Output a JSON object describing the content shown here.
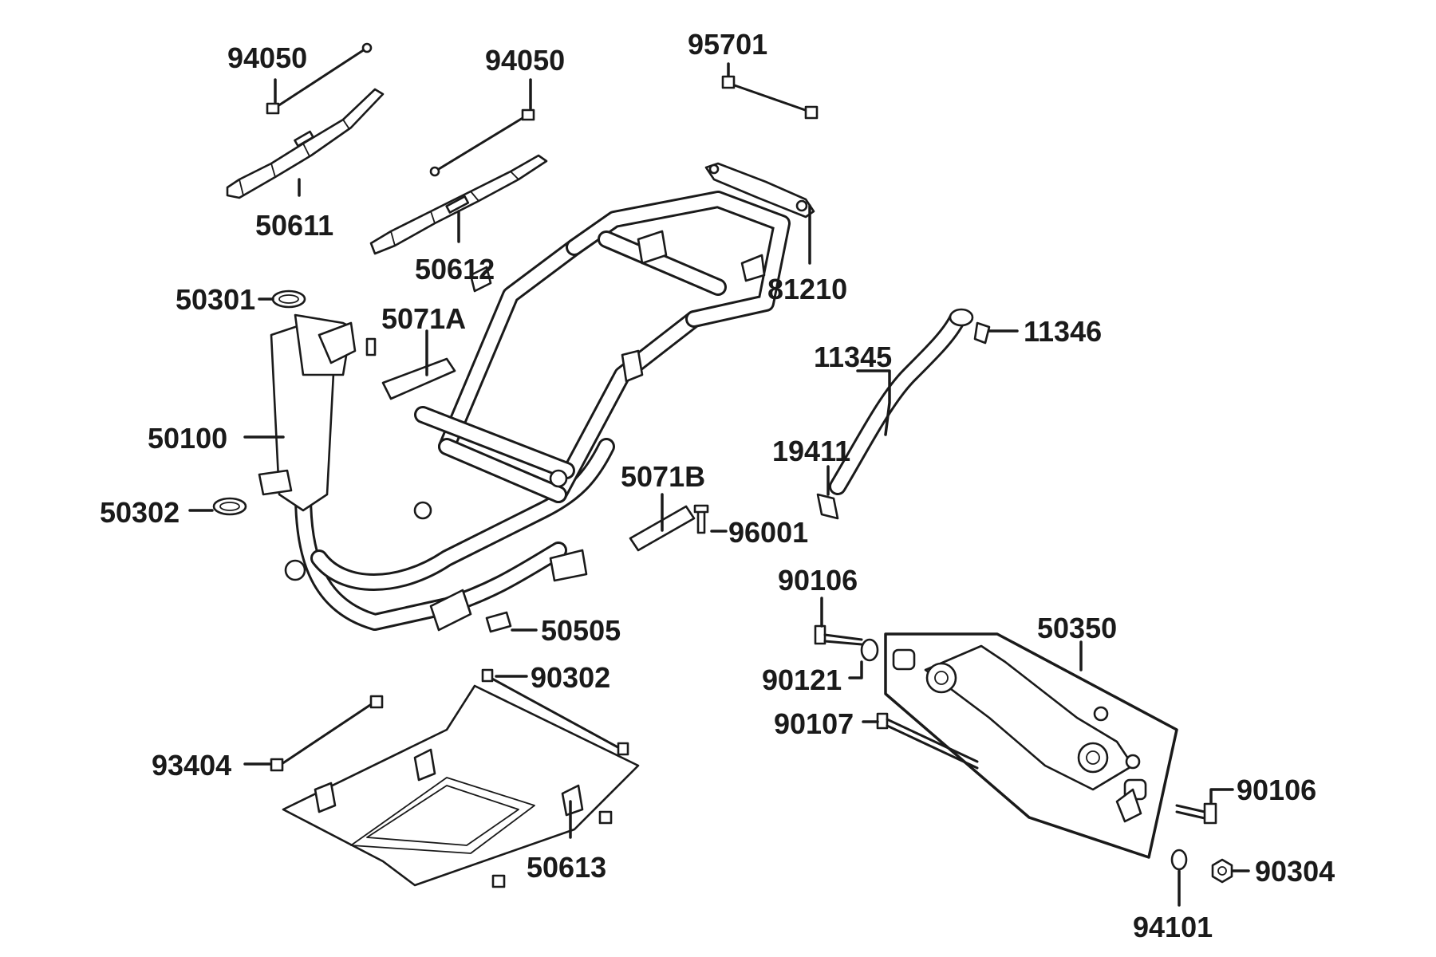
{
  "parts": [
    {
      "id": "94050-left",
      "number": "94050"
    },
    {
      "id": "94050-right",
      "number": "94050"
    },
    {
      "id": "95701",
      "number": "95701"
    },
    {
      "id": "50611",
      "number": "50611"
    },
    {
      "id": "50612",
      "number": "50612"
    },
    {
      "id": "81210",
      "number": "81210"
    },
    {
      "id": "50301",
      "number": "50301"
    },
    {
      "id": "5071A",
      "number": "5071A"
    },
    {
      "id": "11346",
      "number": "11346"
    },
    {
      "id": "11345",
      "number": "11345"
    },
    {
      "id": "50100",
      "number": "50100"
    },
    {
      "id": "19411",
      "number": "19411"
    },
    {
      "id": "5071B",
      "number": "5071B"
    },
    {
      "id": "50302",
      "number": "50302"
    },
    {
      "id": "96001",
      "number": "96001"
    },
    {
      "id": "90106-top",
      "number": "90106"
    },
    {
      "id": "50505",
      "number": "50505"
    },
    {
      "id": "50350",
      "number": "50350"
    },
    {
      "id": "90302",
      "number": "90302"
    },
    {
      "id": "90121",
      "number": "90121"
    },
    {
      "id": "90107",
      "number": "90107"
    },
    {
      "id": "93404",
      "number": "93404"
    },
    {
      "id": "90106-bottom",
      "number": "90106"
    },
    {
      "id": "50613",
      "number": "50613"
    },
    {
      "id": "90304",
      "number": "90304"
    },
    {
      "id": "94101",
      "number": "94101"
    }
  ]
}
